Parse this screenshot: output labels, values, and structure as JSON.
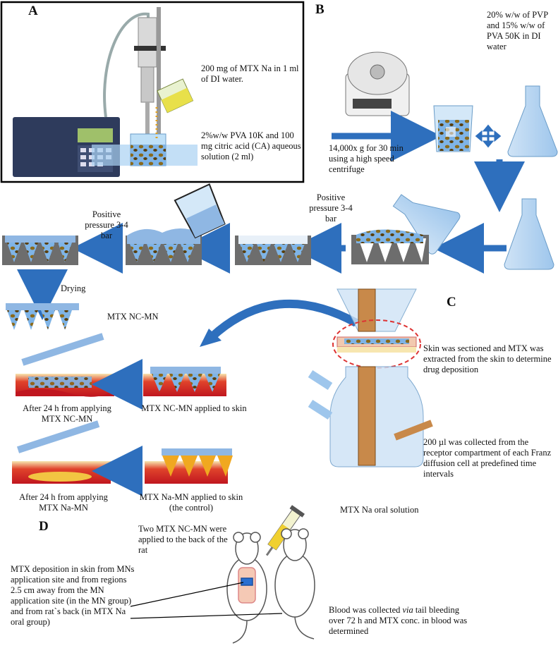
{
  "panels": {
    "a": "A",
    "b": "B",
    "c": "C",
    "d": "D"
  },
  "panel_a": {
    "mtx_solution": "200 mg of MTX Na in 1 ml of DI water.",
    "pva_solution": "2%w/w PVA 10K and 100 mg citric acid (CA) aqueous solution (2 ml)"
  },
  "panel_b": {
    "centrifuge": "14,000x g for 30 min using a high speed centrifuge",
    "polymer": "20% w/w of PVP and 15% w/w of PVA 50K in DI water",
    "pressure_1": "Positive pressure 3-4 bar",
    "pressure_2": "Positive pressure 3-4 bar",
    "drying": "Drying",
    "nc_mn": "MTX NC-MN",
    "nc_applied": "MTX NC-MN applied to skin",
    "nc_after": "After 24 h from applying MTX NC-MN",
    "na_applied": "MTX Na-MN applied to skin (the control)",
    "na_after": "After 24 h from applying MTX Na-MN"
  },
  "panel_c": {
    "skin": "Skin was sectioned and MTX was extracted from the skin to determine drug deposition",
    "receptor": "200 µl was collected from the receptor compartment of each Franz diffusion cell at predefined time intervals"
  },
  "panel_d": {
    "oral": "MTX Na oral solution",
    "two_mn": "Two MTX NC-MN were applied to the back of the rat",
    "deposition": "MTX deposition in skin from MNs application site and from regions 2.5 cm away from the MN application site (in the MN group) and from rat`s back (in MTX Na oral group)",
    "blood_pre": "Blood was collected ",
    "blood_via": "via",
    "blood_post": " tail bleeding over 72 h and MTX conc. in blood was determined"
  },
  "colors": {
    "arrow": "#2e6fbd",
    "film": "#8fb7e3",
    "skin_red": "#d8202a",
    "skin_yellow": "#f2c542",
    "mould": "#6d6d6d",
    "liquid": "#7fb4e6",
    "nanocrystal": "#8a6a1c"
  }
}
